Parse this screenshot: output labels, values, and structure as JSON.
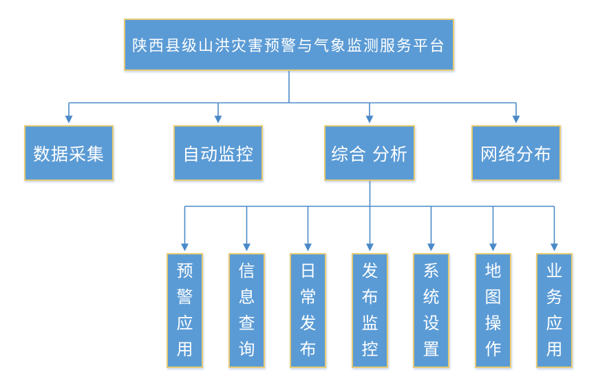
{
  "diagram": {
    "type": "org-chart",
    "root": {
      "label": "陕西县级山洪灾害预警与气象监测服务平台",
      "children": [
        {
          "id": "data-collection",
          "label": "数据采集",
          "children": []
        },
        {
          "id": "auto-monitoring",
          "label": "自动监控",
          "children": []
        },
        {
          "id": "comprehensive-analysis",
          "label": "综合 分析",
          "children": [
            {
              "id": "warning-application",
              "label": "预警应用"
            },
            {
              "id": "info-query",
              "label": "信息查询"
            },
            {
              "id": "daily-release",
              "label": "日常发布"
            },
            {
              "id": "release-monitoring",
              "label": "发布监控"
            },
            {
              "id": "system-settings",
              "label": "系统设置"
            },
            {
              "id": "map-operations",
              "label": "地图操作"
            },
            {
              "id": "business-application",
              "label": "业务应用"
            }
          ]
        },
        {
          "id": "network-distribution",
          "label": "网络分布",
          "children": []
        }
      ]
    },
    "colors": {
      "box_fill": "#5b9bd5",
      "box_border": "#e8cb72",
      "connector": "#4a89c8",
      "text": "#ffffff",
      "background": "#ffffff"
    }
  }
}
